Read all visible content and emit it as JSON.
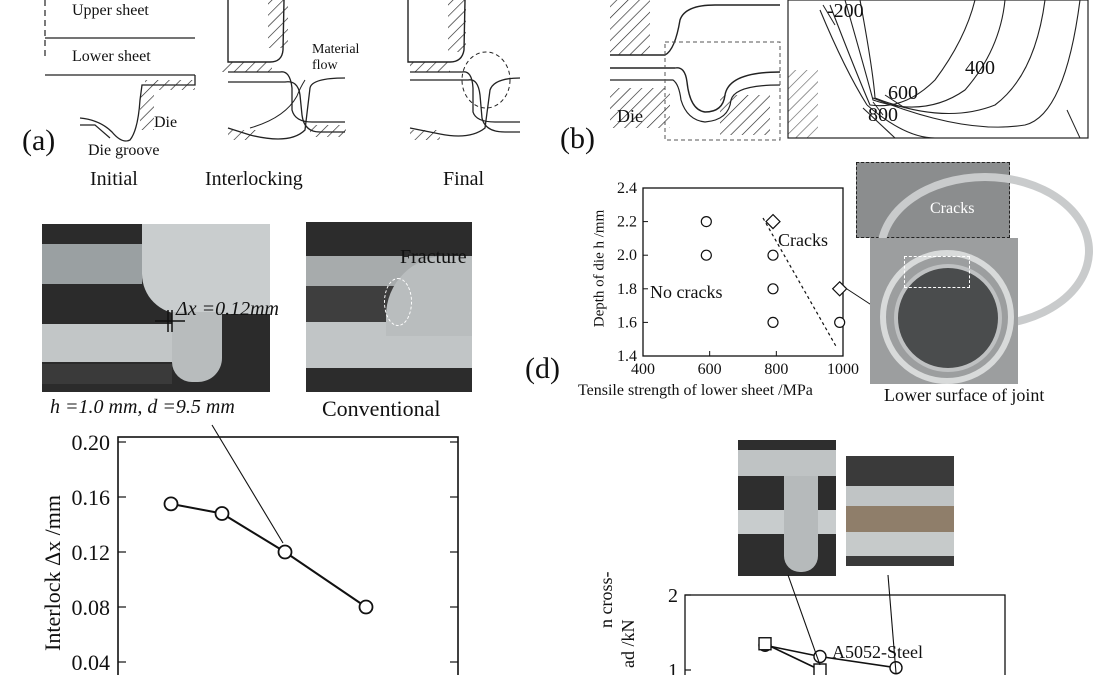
{
  "panel_a": {
    "label": "(a)",
    "upper_sheet": "Upper sheet",
    "lower_sheet": "Lower sheet",
    "die": "Die",
    "die_groove": "Die groove",
    "material_flow": "Material flow",
    "stages": [
      "Initial",
      "Interlocking",
      "Final"
    ]
  },
  "panel_b": {
    "label": "(b)",
    "die": "Die",
    "contours": [
      "-200",
      "400",
      "600",
      "800"
    ]
  },
  "panel_c": {
    "photo_left_label": "Δx =0.12mm",
    "photo_right_label": "Fracture",
    "caption_left": "h =1.0 mm, d =9.5 mm",
    "caption_right": "Conventional"
  },
  "panel_d": {
    "label": "(d)",
    "cracks_photo_label": "Cracks",
    "caption_right": "Lower surface of joint"
  },
  "panel_e": {
    "series_label": "A5052-Steel",
    "ylabel_fragment_1": "n cross-",
    "ylabel_fragment_2": "ad /kN"
  },
  "chart_data": [
    {
      "type": "scatter",
      "xlabel": "Tensile strength of lower sheet /MPa",
      "ylabel": "Depth of die h /mm",
      "xlim": [
        400,
        1000
      ],
      "ylim": [
        1.4,
        2.4
      ],
      "xticks": [
        "400",
        "600",
        "800",
        "1000"
      ],
      "yticks": [
        "1.4",
        "1.6",
        "1.8",
        "2.0",
        "2.2",
        "2.4"
      ],
      "annotations": [
        "Cracks",
        "No cracks"
      ],
      "series": [
        {
          "marker": "circle",
          "points": [
            [
              590,
              2.2
            ],
            [
              590,
              2.0
            ],
            [
              790,
              2.0
            ],
            [
              790,
              1.8
            ],
            [
              790,
              1.6
            ],
            [
              990,
              1.6
            ]
          ]
        },
        {
          "marker": "diamond",
          "points": [
            [
              790,
              2.2
            ],
            [
              990,
              1.8
            ]
          ]
        }
      ]
    },
    {
      "type": "line",
      "ylabel": "Interlock Δx /mm",
      "ylim": [
        0.0,
        0.2
      ],
      "yticks": [
        "0.04",
        "0.08",
        "0.12",
        "0.16",
        "0.20"
      ],
      "series": [
        {
          "values": [
            [
              1,
              0.155
            ],
            [
              2,
              0.148
            ],
            [
              3,
              0.12
            ],
            [
              4,
              0.08
            ]
          ]
        }
      ]
    },
    {
      "type": "line",
      "yticks": [
        "1",
        "2"
      ],
      "series": [
        {
          "name": "A5052-Steel",
          "marker": "circle",
          "values": [
            [
              1,
              1.33
            ],
            [
              2,
              1.18
            ],
            [
              3,
              1.03
            ]
          ]
        },
        {
          "marker": "square",
          "values": [
            [
              1,
              1.35
            ],
            [
              2,
              1.0
            ]
          ]
        }
      ]
    }
  ]
}
